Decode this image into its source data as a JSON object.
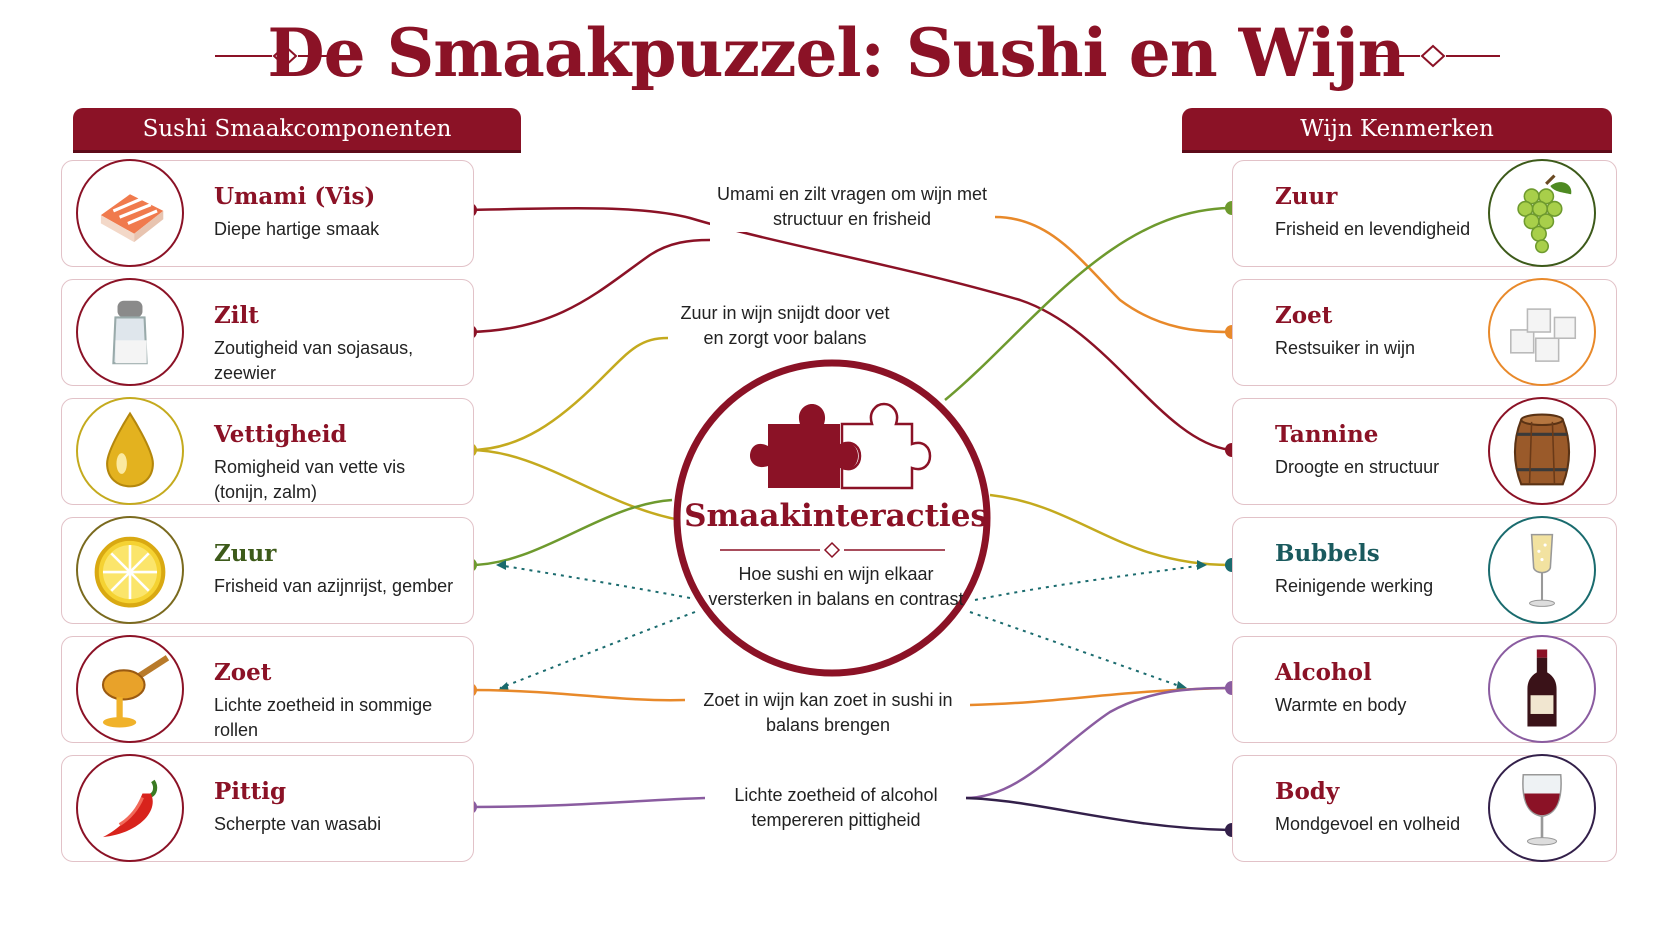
{
  "title": "De Smaakpuzzel: Sushi en Wijn",
  "colors": {
    "brand": "#8b1226",
    "green": "#6e9a2e",
    "olive": "#c4aa1e",
    "orange": "#e8892a",
    "teal": "#1a6b6e",
    "purple": "#8a5ca0",
    "navy": "#33204a"
  },
  "left_section": {
    "header": "Sushi Smaakcomponenten",
    "items": [
      {
        "title": "Umami (Vis)",
        "subtitle": "Diepe hartige smaak",
        "icon": "salmon-icon"
      },
      {
        "title": "Zilt",
        "subtitle": "Zoutigheid van sojasaus, zeewier",
        "icon": "salt-shaker-icon"
      },
      {
        "title": "Vettigheid",
        "subtitle": "Romigheid van vette vis (tonijn, zalm)",
        "icon": "oil-drop-icon"
      },
      {
        "title": "Zuur",
        "subtitle": "Frisheid van azijnrijst, gember",
        "icon": "lemon-icon"
      },
      {
        "title": "Zoet",
        "subtitle": "Lichte zoetheid in sommige rollen",
        "icon": "honey-dipper-icon"
      },
      {
        "title": "Pittig",
        "subtitle": "Scherpte van wasabi",
        "icon": "chili-pepper-icon"
      }
    ]
  },
  "right_section": {
    "header": "Wijn Kenmerken",
    "items": [
      {
        "title": "Zuur",
        "subtitle": "Frisheid en levendigheid",
        "icon": "grapes-icon"
      },
      {
        "title": "Zoet",
        "subtitle": "Restsuiker in wijn",
        "icon": "sugar-cubes-icon"
      },
      {
        "title": "Tannine",
        "subtitle": "Droogte en structuur",
        "icon": "barrel-icon"
      },
      {
        "title": "Bubbels",
        "subtitle": "Reinigende werking",
        "icon": "champagne-glass-icon"
      },
      {
        "title": "Alcohol",
        "subtitle": "Warmte en body",
        "icon": "wine-bottle-icon"
      },
      {
        "title": "Body",
        "subtitle": "Mondgevoel en volheid",
        "icon": "red-wine-glass-icon"
      }
    ]
  },
  "center": {
    "title": "Smaakinteracties",
    "subtitle": "Hoe sushi en wijn elkaar versterken in balans en contrast",
    "icon": "puzzle-icon"
  },
  "notes": [
    "Umami en zilt vragen om wijn met structuur en frisheid",
    "Zuur in wijn snijdt door vet en zorgt voor balans",
    "Zoet in wijn kan zoet in sushi in balans brengen",
    "Lichte zoetheid of alcohol tempereren pittigheid"
  ]
}
